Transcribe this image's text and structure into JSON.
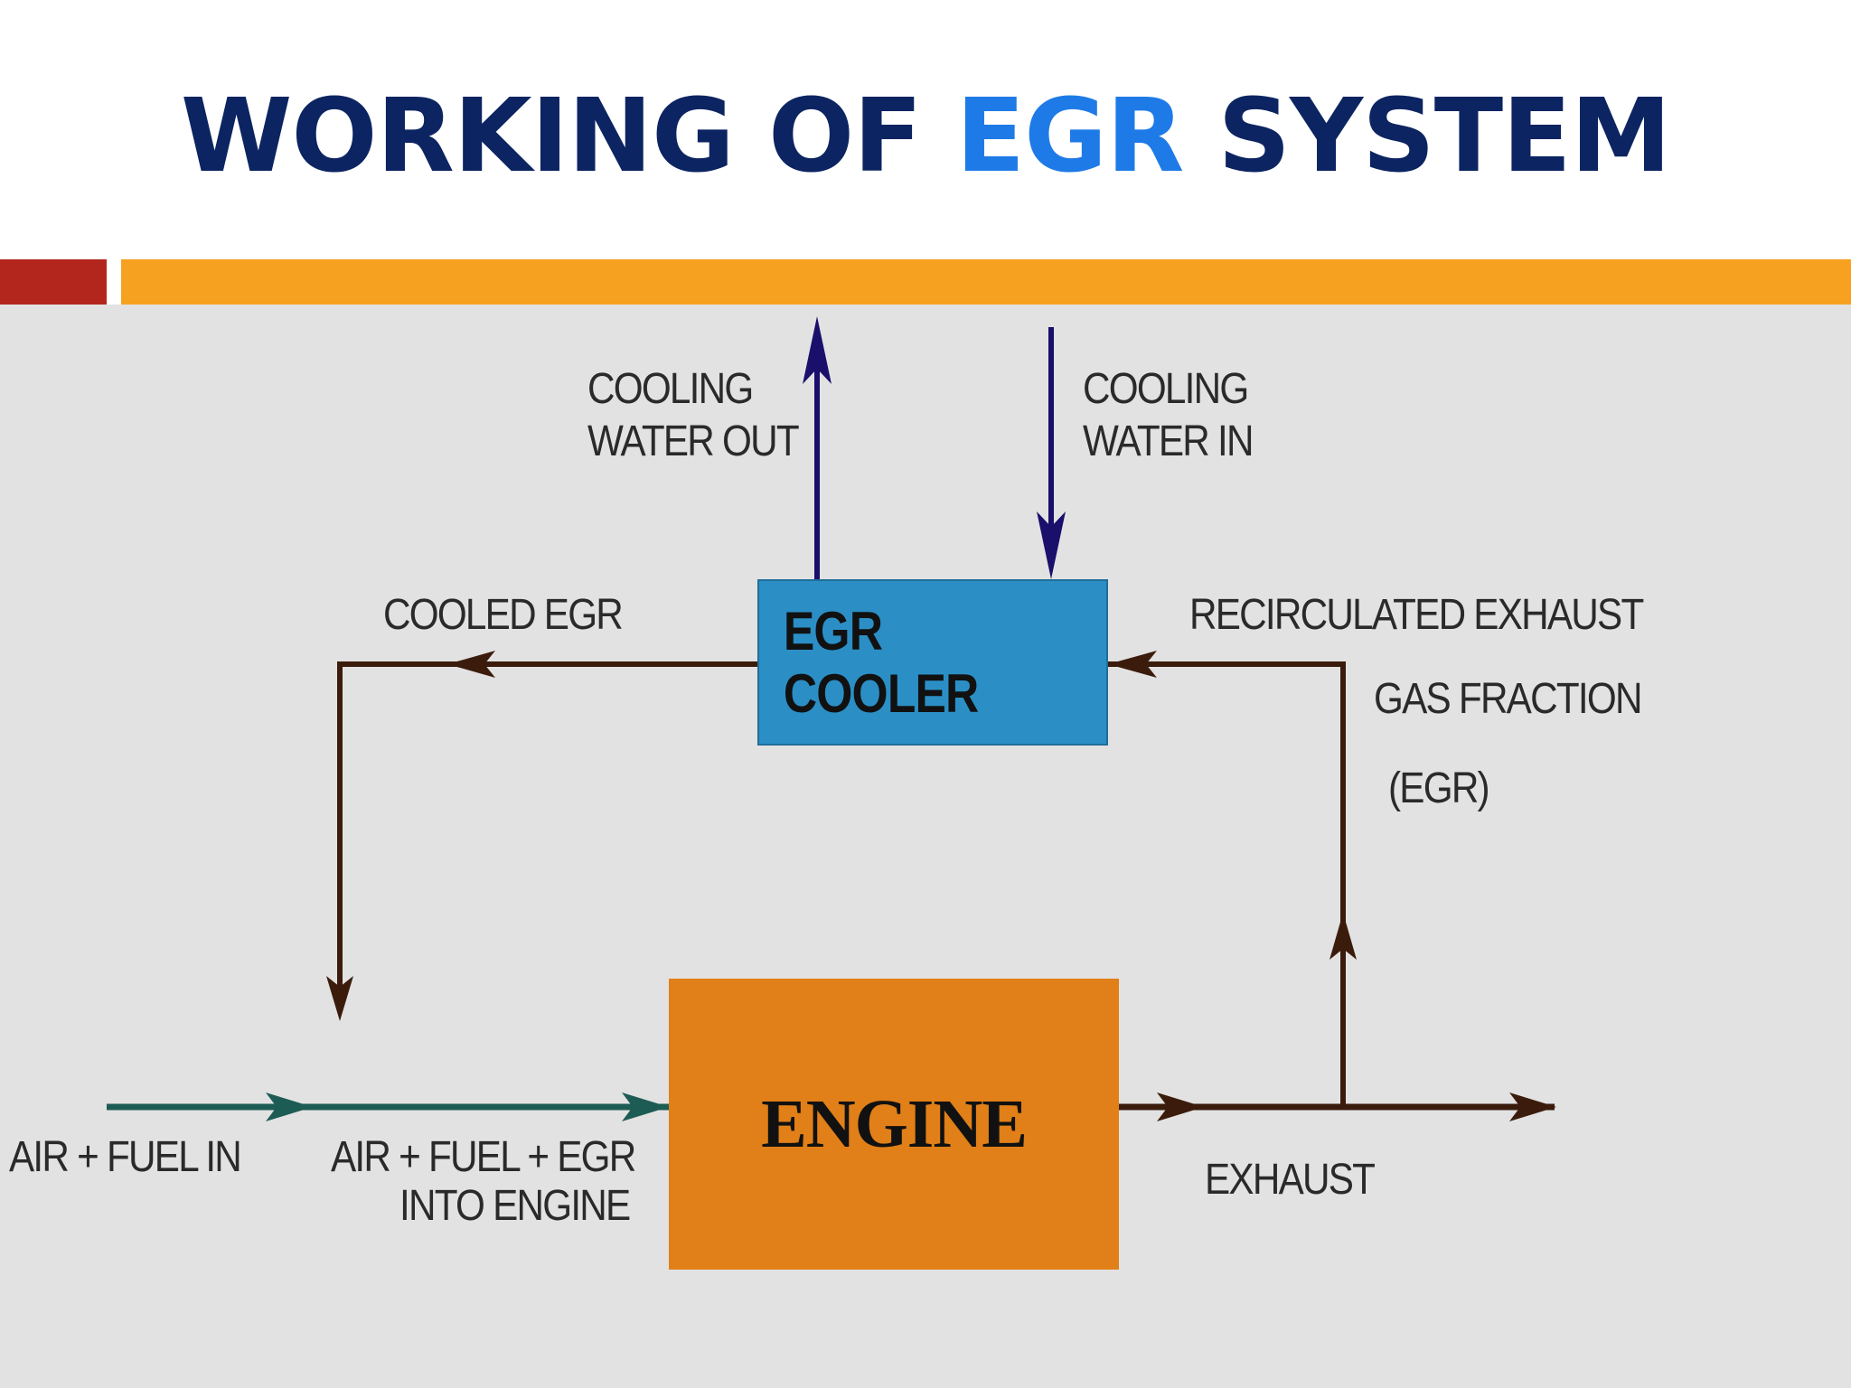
{
  "title": {
    "part1": "WORKING OF ",
    "accent": "EGR",
    "part2": " SYSTEM"
  },
  "colors": {
    "title": "#0c2461",
    "title_accent": "#1e7ae6",
    "bar_red": "#b3261e",
    "bar_orange": "#f7a120",
    "egr_cooler_box": "#2b8fc6",
    "engine_box": "#e17f18",
    "water_arrow": "#1a0f6b",
    "egr_arrow": "#3b1c0c",
    "intake_arrow": "#1d5c54"
  },
  "diagram": {
    "nodes": {
      "egr_cooler": "EGR COOLER",
      "engine": "ENGINE"
    },
    "labels": {
      "cooling_water_out": [
        "COOLING",
        "WATER OUT"
      ],
      "cooling_water_in": [
        "COOLING",
        "WATER IN"
      ],
      "cooled_egr": "COOLED EGR",
      "recirculated": [
        "RECIRCULATED EXHAUST",
        "GAS FRACTION",
        "(EGR)"
      ],
      "air_fuel_in": "AIR + FUEL IN",
      "air_fuel_egr": [
        "AIR + FUEL + EGR",
        "INTO ENGINE"
      ],
      "exhaust": "EXHAUST"
    }
  }
}
